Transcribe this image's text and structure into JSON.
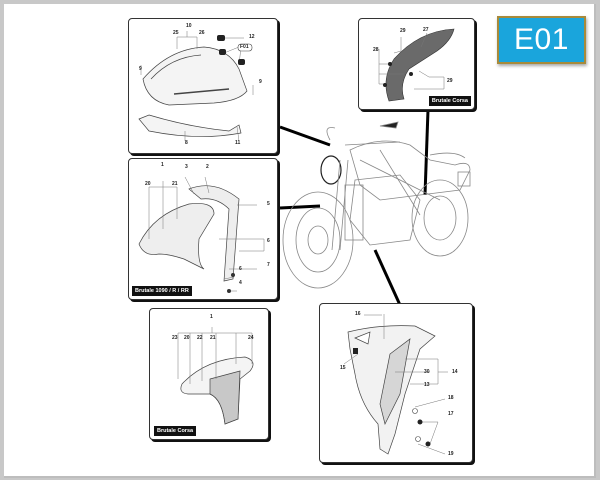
{
  "page": {
    "code_badge": "E01",
    "badge_color": "#1aa5dc",
    "badge_border_color": "#a88a3a"
  },
  "panels": {
    "headlight_fairing": {
      "labels": [
        "10",
        "25",
        "26",
        "12",
        "F01",
        "9",
        "9",
        "8",
        "11"
      ]
    },
    "rear_hugger_corsa": {
      "labels": [
        "29",
        "27",
        "28",
        "29"
      ],
      "caption": "Brutale Corsa"
    },
    "front_fender_1090": {
      "labels": [
        "1",
        "20",
        "21",
        "3",
        "2",
        "5",
        "6",
        "7",
        "6",
        "4"
      ],
      "caption": "Brutale 1090 / R / RR"
    },
    "front_fender_corsa": {
      "labels": [
        "1",
        "23",
        "20",
        "22",
        "21",
        "24"
      ],
      "caption": "Brutale Corsa"
    },
    "radiator_side_panel": {
      "labels": [
        "16",
        "15",
        "30",
        "14",
        "13",
        "18",
        "17",
        "19"
      ]
    }
  }
}
